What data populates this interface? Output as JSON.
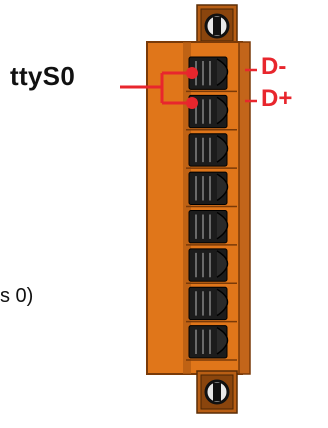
{
  "port": {
    "name": "ttyS0"
  },
  "pins": [
    {
      "label": "D-"
    },
    {
      "label": "D+"
    }
  ],
  "cropped_text": "s 0)",
  "terminal": {
    "positions": 8
  },
  "colors": {
    "housing": "#e0761a",
    "housing_dark": "#9a4a0c",
    "accent": "#e8262d",
    "terminal": "#1c1c1c",
    "screw_metal": "#d9d9d9"
  }
}
